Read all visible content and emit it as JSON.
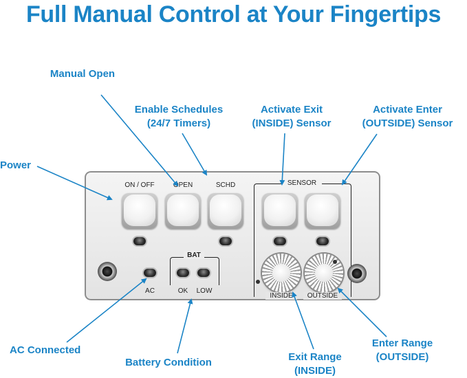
{
  "headline": "Full Manual Control at Your Fingertips",
  "callouts": {
    "manual_open": "Manual Open",
    "enable_schedules_1": "Enable Schedules",
    "enable_schedules_2": "(24/7 Timers)",
    "activate_exit_1": "Activate Exit",
    "activate_exit_2": "(INSIDE) Sensor",
    "activate_enter_1": "Activate Enter",
    "activate_enter_2": "(OUTSIDE) Sensor",
    "power": "Power",
    "ac_connected": "AC Connected",
    "battery_condition": "Battery Condition",
    "exit_range_1": "Exit Range",
    "exit_range_2": "(INSIDE)",
    "enter_range_1": "Enter Range",
    "enter_range_2": "(OUTSIDE)"
  },
  "panel": {
    "on_off": "ON / OFF",
    "open": "OPEN",
    "schd": "SCHD",
    "sensor": "SENSOR",
    "bat": "BAT",
    "ac": "AC",
    "ok": "OK",
    "low": "LOW",
    "inside": "INSIDE",
    "outside": "OUTSIDE"
  },
  "colors": {
    "accent": "#1b84c6"
  }
}
